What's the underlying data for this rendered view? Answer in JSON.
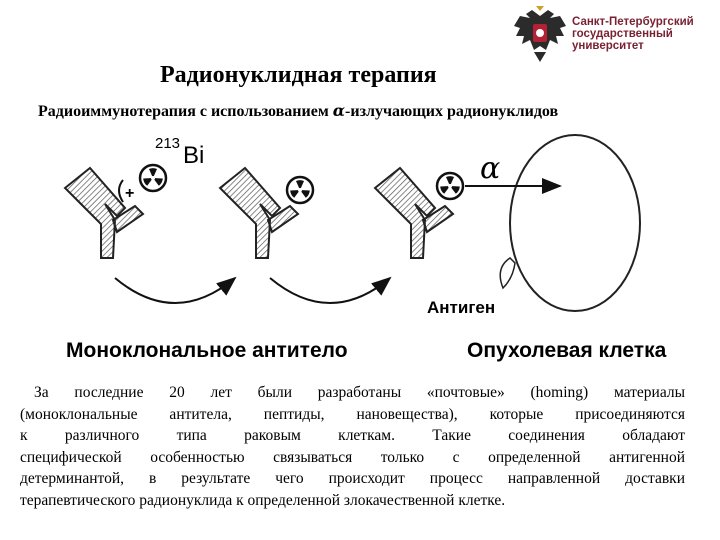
{
  "logo": {
    "line1": "Санкт-Петербургский",
    "line2": "государственный",
    "line3": "университет"
  },
  "title": "Радионуклидная терапия",
  "subtitle_pre": "Радиоиммунотерапия с использованием ",
  "subtitle_alpha": "α",
  "subtitle_post": "-излучающих радионуклидов",
  "figure": {
    "isotope_mass": "213",
    "isotope_symbol": "Bi",
    "plus_sign": "+",
    "alpha_symbol": "α",
    "antigen_label": "Антиген"
  },
  "captions": {
    "left": "Моноклональное антитело",
    "right": "Опухолевая клетка"
  },
  "paragraph_lines": [
    "За последние 20 лет были разработаны «почтовые» (homing) материалы",
    "(моноклональные антитела, пептиды, нановещества), которые присоединяются",
    "к различного типа раковым клеткам. Такие соединения обладают",
    "специфической особенностью связываться только с определенной антигенной",
    "детерминантой, в результате чего происходит процесс направленной доставки",
    "терапевтического радионуклида к определенной злокачественной клетке."
  ]
}
